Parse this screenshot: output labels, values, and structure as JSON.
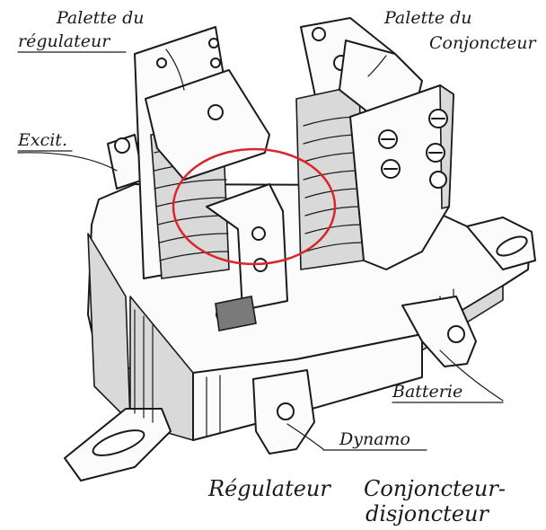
{
  "labels": {
    "palette_regulateur_l1": "Palette du",
    "palette_regulateur_l2": "régulateur",
    "palette_conjoncteur_l1": "Palette du",
    "palette_conjoncteur_l2": "Conjoncteur",
    "excit": "Excit.",
    "batterie": "Batterie",
    "dynamo": "Dynamo",
    "caption_regulateur": "Régulateur",
    "caption_conjoncteur_l1": "Conjoncteur-",
    "caption_conjoncteur_l2": "disjoncteur"
  },
  "colors": {
    "ink": "#1a1a1a",
    "highlight_circle": "#d9262b",
    "background": "#ffffff"
  }
}
